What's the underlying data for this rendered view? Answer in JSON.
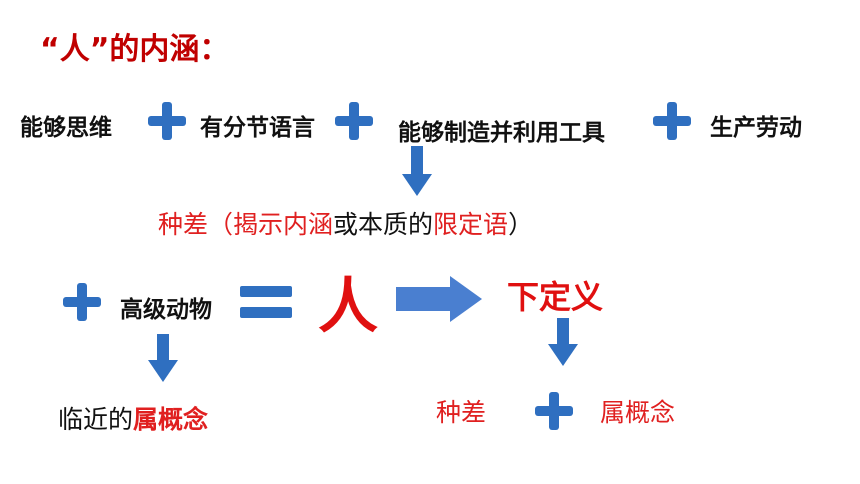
{
  "title": "“人”的内涵：",
  "attributes": [
    "能够思维",
    "有分节语言",
    "能够制造并利用工具",
    "生产劳动"
  ],
  "differentia": {
    "prefix": "种差（揭示",
    "hl1": "内涵",
    "mid1": "或本质的",
    "hl2": "限定语",
    "suffix": "）"
  },
  "genus": "高级动物",
  "person": "人",
  "definition": "下定义",
  "proximate": {
    "prefix": "临近的",
    "hl": "属概念"
  },
  "formula": {
    "left": "种差",
    "right": "属概念"
  },
  "colors": {
    "accent_red": "#e01010",
    "arrow_blue": "#2f6fc0"
  }
}
